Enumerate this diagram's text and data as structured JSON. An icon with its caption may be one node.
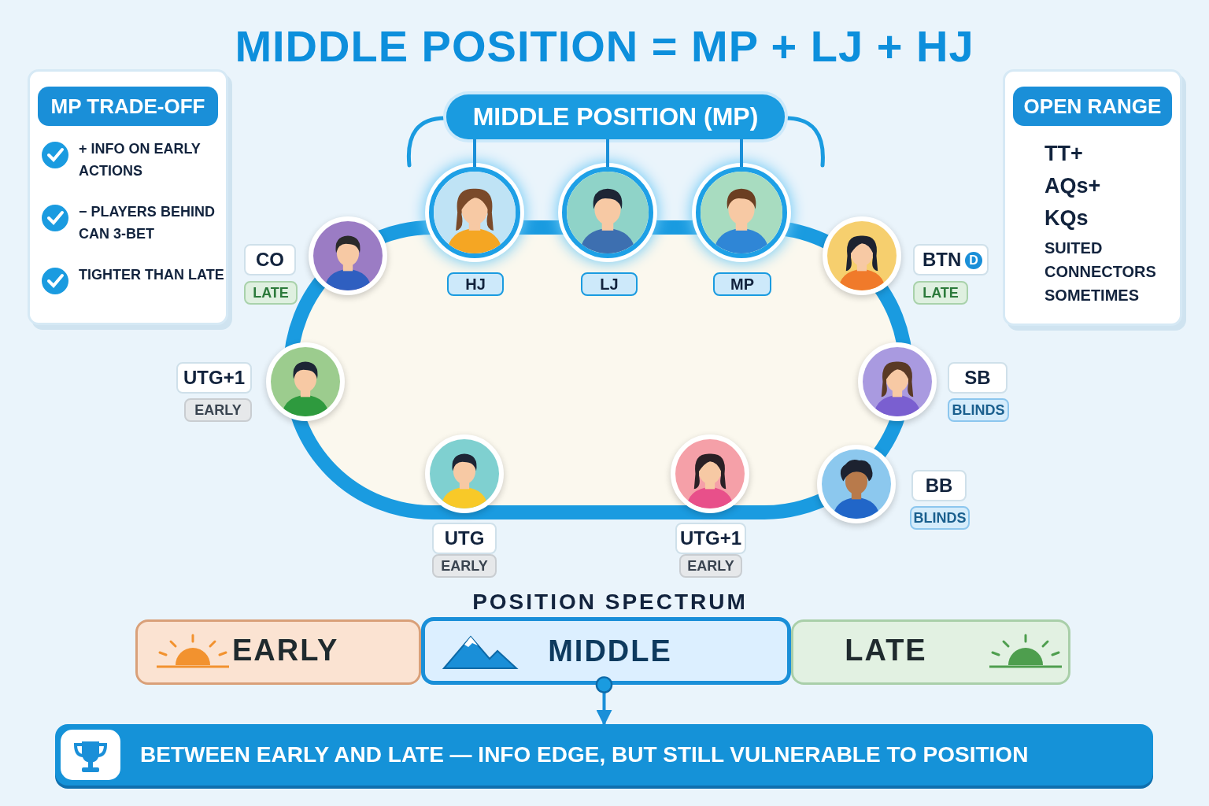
{
  "diagram": {
    "title": "MIDDLE POSITION = MP + LJ + HJ",
    "nodes": [
      {
        "text": [
          "MP TRADE-OFF",
          "+ INFO ON EARLY ACTIONS",
          "− PLAYERS BEHIND CAN 3-BET",
          "TIGHTER THAN LATE"
        ]
      },
      {
        "text": [
          "OPEN RANGE",
          "TT+",
          "AQs+",
          "KQs",
          "SUITED CONNECTORS SOMETIMES"
        ]
      },
      {
        "text": [
          "MIDDLE POSITION (MP)"
        ]
      },
      {
        "text": [],
        "shape": "person",
        "beside": [
          "HJ"
        ]
      },
      {
        "text": [],
        "shape": "person",
        "beside": [
          "LJ"
        ]
      },
      {
        "text": [],
        "shape": "person",
        "beside": [
          "MP"
        ]
      },
      {
        "text": [],
        "shape": "person",
        "beside": [
          "CO",
          "LATE"
        ]
      },
      {
        "text": [],
        "shape": "person",
        "beside": [
          "BTN",
          "D",
          "LATE"
        ]
      },
      {
        "text": [],
        "shape": "person",
        "beside": [
          "UTG+1",
          "EARLY"
        ]
      },
      {
        "text": [],
        "shape": "person",
        "beside": [
          "SB",
          "BLINDS"
        ]
      },
      {
        "text": [],
        "shape": "person",
        "beside": [
          "UTG",
          "EARLY"
        ]
      },
      {
        "text": [],
        "shape": "person",
        "beside": [
          "UTG+1",
          "EARLY"
        ]
      },
      {
        "text": [],
        "shape": "person",
        "beside": [
          "BB",
          "BLINDS"
        ]
      },
      {
        "text": [
          "EARLY"
        ]
      },
      {
        "text": [
          "MIDDLE"
        ]
      },
      {
        "text": [
          "LATE"
        ]
      },
      {
        "text": [
          "BETWEEN EARLY AND LATE — INFO EDGE, BUT STILL VULNERABLE TO POSITION"
        ]
      }
    ],
    "edges": [
      {
        "from": 2,
        "to": 3,
        "arrow": "none"
      },
      {
        "from": 2,
        "to": 4,
        "arrow": "none"
      },
      {
        "from": 2,
        "to": 5,
        "arrow": "none"
      },
      {
        "from": 14,
        "to": 16,
        "arrow": "to"
      }
    ],
    "labels": [
      "POSITION SPECTRUM"
    ]
  }
}
